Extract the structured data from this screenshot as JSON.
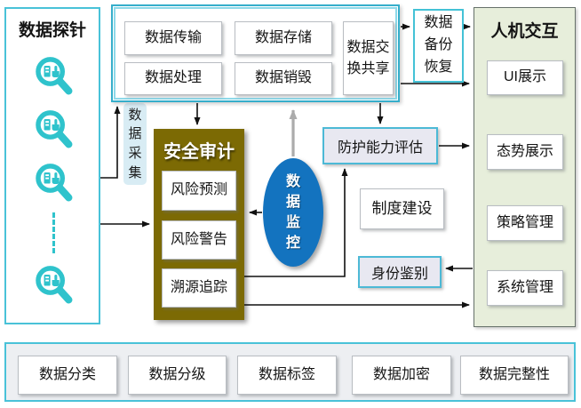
{
  "probe_panel": {
    "title": "数据探针",
    "icon": "probe-search-icon",
    "icon_count": 4
  },
  "collect_label": {
    "label": "数据采集"
  },
  "lifecycle_panel": {
    "items": [
      "数据传输",
      "数据存储",
      "数据处理",
      "数据销毁",
      "数据交换共享"
    ]
  },
  "backup_box": {
    "label": "数据备份恢复"
  },
  "hmi_panel": {
    "title": "人机交互",
    "items": [
      "UI展示",
      "态势展示",
      "策略管理",
      "系统管理"
    ]
  },
  "audit_panel": {
    "title": "安全审计",
    "items": [
      "风险预测",
      "风险警告",
      "溯源追踪"
    ]
  },
  "monitor_ellipse": {
    "label": "数据监控"
  },
  "assessment_box": {
    "label": "防护能力评估"
  },
  "institution_box": {
    "label": "制度建设"
  },
  "identity_box": {
    "label": "身份鉴别"
  },
  "bottom_panel": {
    "items": [
      "数据分类",
      "数据分级",
      "数据标签",
      "数据加密",
      "数据完整性"
    ]
  },
  "colors": {
    "accent_cyan": "#49c2d8",
    "audit_brown": "#7c6a04",
    "monitor_blue": "#1373bf",
    "hmi_green": "#e7eedb",
    "lavender": "#e8e8f1",
    "probe_teal": "#2fc3cc",
    "collect_blue": "#d8ecf4",
    "arrow_black": "#111111",
    "arrow_gray": "#ababab"
  }
}
